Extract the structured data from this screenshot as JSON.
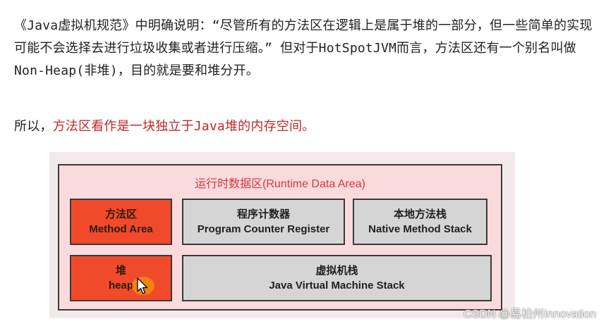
{
  "paragraph1": "《Java虚拟机规范》中明确说明：“尽管所有的方法区在逻辑上是属于堆的一部分，但一些简单的实现可能不会选择去进行垃圾收集或者进行压缩。” 但对于HotSpotJVM而言，方法区还有一个别名叫做Non-Heap(非堆)，目的就是要和堆分开。",
  "paragraph2": {
    "prefix": "所以，",
    "highlight": "方法区看作是一块独立于Java堆的内存空间。"
  },
  "diagram": {
    "title": "运行时数据区(Runtime Data Area)",
    "method_area": {
      "zh": "方法区",
      "en": "Method Area"
    },
    "pc_register": {
      "zh": "程序计数器",
      "en": "Program Counter Register"
    },
    "native_stack": {
      "zh": "本地方法栈",
      "en": "Native Method Stack"
    },
    "heap": {
      "zh": "堆",
      "en": "heap"
    },
    "jvm_stack": {
      "zh": "虚拟机栈",
      "en": "Java Virtual Machine Stack"
    }
  },
  "watermark": "CSDN @易柏州Innovation",
  "colors": {
    "highlight_text": "#c0282a",
    "area_title": "#d33a3a",
    "area_bg": "#fadadd",
    "orange_box": "#f14a2b",
    "gray_box": "#d5d5d5"
  },
  "icons": [
    "mouse-cursor-icon"
  ]
}
